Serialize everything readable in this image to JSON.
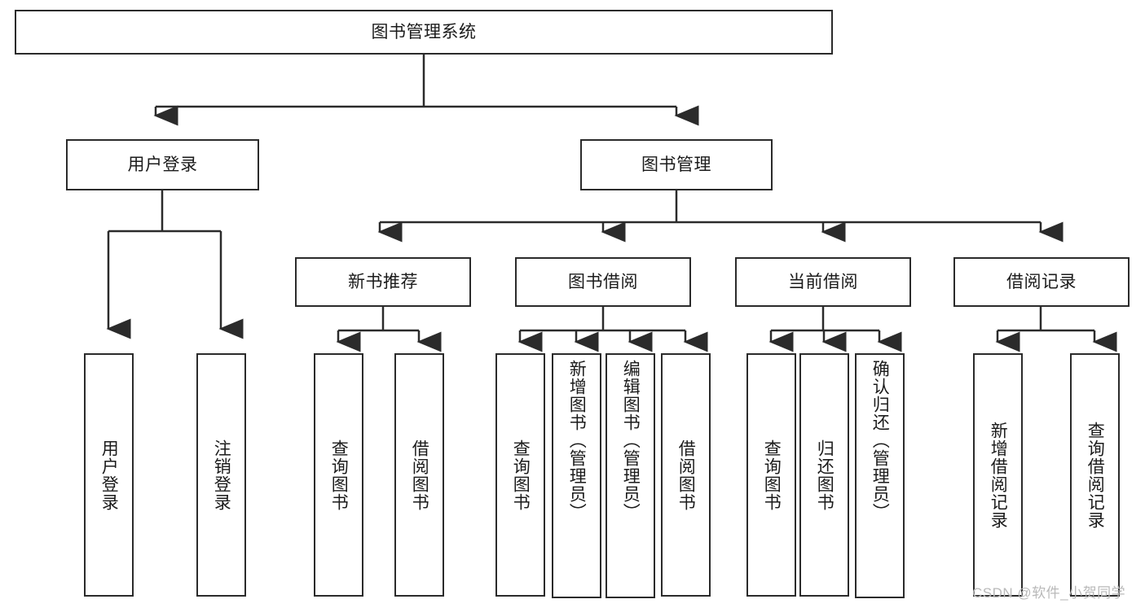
{
  "diagram": {
    "title": "图书管理系统",
    "type": "tree-hierarchy-diagram",
    "colors": {
      "background": "#ffffff",
      "box_border": "#2b2b2b",
      "box_fill": "#ffffff",
      "text": "#1b1b1b",
      "connector": "#2b2b2b",
      "watermark": "#b9b9b9"
    },
    "root": {
      "label": "图书管理系统"
    },
    "level2": [
      {
        "label": "用户登录"
      },
      {
        "label": "图书管理"
      }
    ],
    "level3": [
      {
        "label": "新书推荐"
      },
      {
        "label": "图书借阅"
      },
      {
        "label": "当前借阅"
      },
      {
        "label": "借阅记录"
      }
    ],
    "leaves": {
      "user_login": [
        {
          "label": "用户登录"
        },
        {
          "label": "注销登录"
        }
      ],
      "new_book": [
        {
          "label": "查询图书"
        },
        {
          "label": "借阅图书"
        }
      ],
      "book_borrow": [
        {
          "label": "查询图书"
        },
        {
          "label": "新增图书（管理员）"
        },
        {
          "label": "编辑图书（管理员）"
        },
        {
          "label": "借阅图书"
        }
      ],
      "current_borrow": [
        {
          "label": "查询图书"
        },
        {
          "label": "归还图书"
        },
        {
          "label": "确认归还（管理员）"
        }
      ],
      "borrow_record": [
        {
          "label": "新增借阅记录"
        },
        {
          "label": "查询借阅记录"
        }
      ]
    }
  },
  "watermark": {
    "text": "CSDN @软件_小贺同学"
  }
}
